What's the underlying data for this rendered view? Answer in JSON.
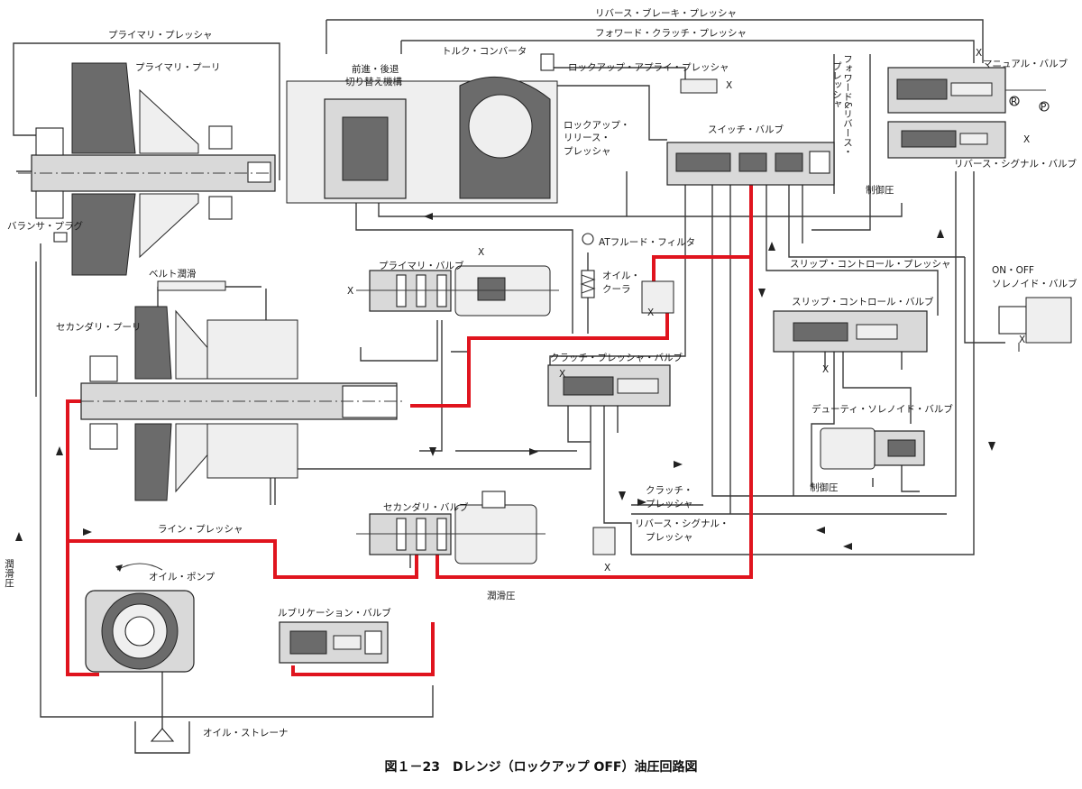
{
  "caption": "図１－23　Dレンジ（ロックアップ OFF）油圧回路図",
  "colors": {
    "line_pressure": "#e0141e",
    "hydraulic_line": "#3a3a3a"
  },
  "labels": {
    "primary_pressure": "プライマリ・プレッシャ",
    "primary_pulley": "プライマリ・プーリ",
    "balancer_plug": "バランサ・プラグ",
    "belt_lubrication": "ベルト潤滑",
    "secondary_pulley": "セカンダリ・プーリ",
    "line_pressure": "ライン・プレッシャ",
    "lubrication_pressure_left": "潤滑圧",
    "oil_pump": "オイル・ポンプ",
    "oil_strainer": "オイル・ストレーナ",
    "lubrication_valve": "ルブリケーション・バルブ",
    "secondary_valve": "セカンダリ・バルブ",
    "lubrication_pressure_bottom": "潤滑圧",
    "primary_valve": "プライマリ・バルブ",
    "forward_reverse_line1": "前進・後退",
    "forward_reverse_line2": "切り替え機構",
    "torque_converter": "トルク・コンバータ",
    "lockup_apply_pressure": "ロックアップ・アプライ・プレッシャ",
    "lockup_release_line1": "ロックアップ・",
    "lockup_release_line2": "リリース・",
    "lockup_release_line3": "プレッシャ",
    "reverse_brake_pressure": "リバース・ブレーキ・プレッシャ",
    "forward_clutch_pressure": "フォワード・クラッチ・プレッシャ",
    "forward_reverse_pressure_line1": "フォワード&リバース・",
    "forward_reverse_pressure_line2": "プレッシャ",
    "manual_valve": "マニュアル・バルブ",
    "reverse_signal_valve": "リバース・シグナル・バルブ",
    "switch_valve": "スイッチ・バルブ",
    "control_pressure_top": "制御圧",
    "at_fluid_filter": "ATフルード・フィルタ",
    "oil_cooler_line1": "オイル・",
    "oil_cooler_line2": "クーラ",
    "slip_control_pressure": "スリップ・コントロール・プレッシャ",
    "slip_control_valve": "スリップ・コントロール・バルブ",
    "on_off_solenoid_line1": "ON・OFF",
    "on_off_solenoid_line2": "ソレノイド・バルブ",
    "clutch_pressure_valve": "クラッチ・プレッシャ・バルブ",
    "duty_solenoid_valve": "デューティ・ソレノイド・バルブ",
    "control_pressure_bottom": "制御圧",
    "clutch_pressure_line1": "クラッチ・",
    "clutch_pressure_line2": "プレッシャ",
    "reverse_signal_pressure_line1": "リバース・シグナル・",
    "reverse_signal_pressure_line2": "プレッシャ",
    "drain_mark": "X",
    "port_p": "P",
    "port_r": "R"
  }
}
